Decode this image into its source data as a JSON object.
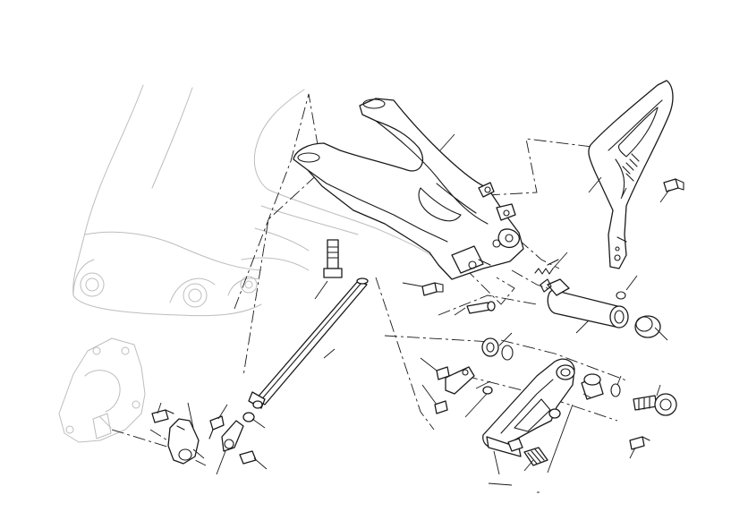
{
  "diagram": {
    "type": "exploded-parts-view",
    "line_color": "#1a1a1a",
    "ghost_color": "#bdbdbd",
    "background": "#ffffff",
    "parts": [
      "gearbox-cover",
      "shift-lever-splined",
      "shift-linkage-rod",
      "rod-end-joint",
      "footpeg-mount-bracket",
      "heel-guard",
      "shift-pedal-arm",
      "footpeg-rubber",
      "pivot-sleeve",
      "pivot-bolt",
      "end-cap",
      "return-spring",
      "washer",
      "bolt",
      "nut"
    ],
    "labels": []
  }
}
